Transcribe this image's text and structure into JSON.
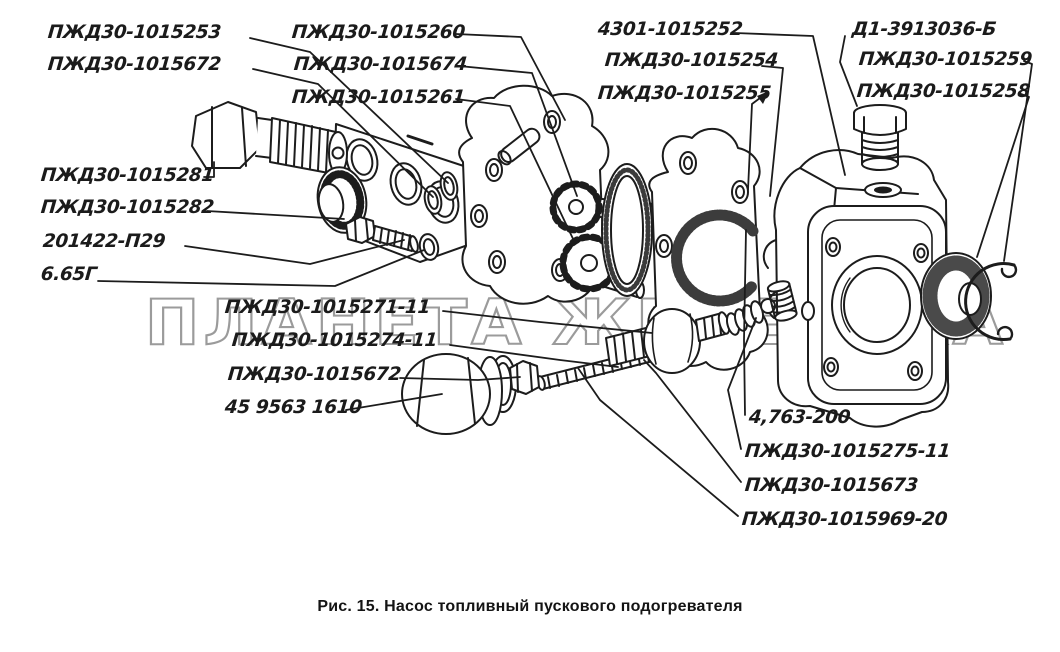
{
  "figure": {
    "caption": "Рис. 15. Насос топливный пускового подогревателя",
    "watermark": "ПЛАНЕТА ЖЕЛЕЗЯКА"
  },
  "colors": {
    "ink": "#1c1c1c",
    "watermark_gray": "#9b9b9b",
    "background": "#ffffff"
  },
  "labels": [
    {
      "text": "ПЖД30-1015253"
    },
    {
      "text": "ПЖД30-1015672"
    },
    {
      "text": "ПЖД30-1015281"
    },
    {
      "text": "ПЖД30-1015282"
    },
    {
      "text": "201422-П29"
    },
    {
      "text": "6.65Г"
    },
    {
      "text": "ПЖД30-1015260"
    },
    {
      "text": "ПЖД30-1015674"
    },
    {
      "text": "ПЖД30-1015261"
    },
    {
      "text": "4301-1015252"
    },
    {
      "text": "ПЖД30-1015254"
    },
    {
      "text": "ПЖД30-1015255"
    },
    {
      "text": "Д1-3913036-Б"
    },
    {
      "text": "ПЖД30-1015259"
    },
    {
      "text": "ПЖД30-1015258"
    },
    {
      "text": "ПЖД30-1015271-11"
    },
    {
      "text": "ПЖД30-1015274-11"
    },
    {
      "text": "ПЖД30-1015672"
    },
    {
      "text": "45 9563 1610"
    },
    {
      "text": "4,763-200"
    },
    {
      "text": "ПЖД30-1015275-11"
    },
    {
      "text": "ПЖД30-1015673"
    },
    {
      "text": "ПЖД30-1015969-20"
    }
  ]
}
